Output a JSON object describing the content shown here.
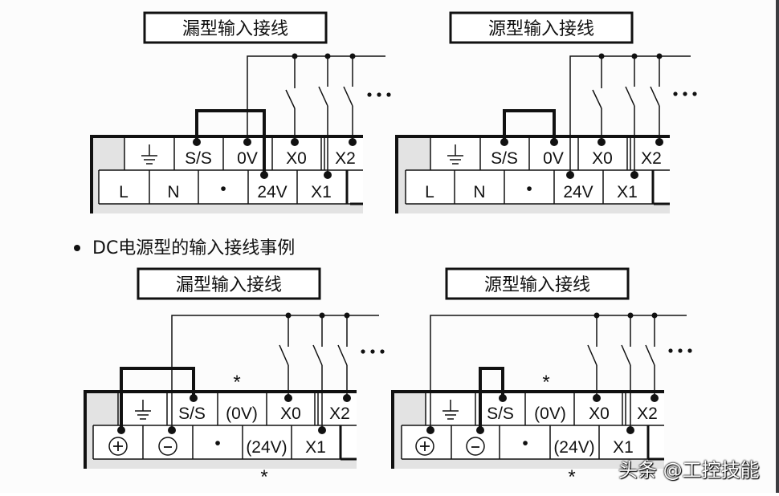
{
  "section_heading": "DC电源型的输入接线事例",
  "watermark": "头条 @工控技能",
  "colors": {
    "line": "#111111",
    "panel_gray": "#e3e3e3",
    "background": "#fcfcfc"
  },
  "diagrams": [
    {
      "id": "ac-sink",
      "title": "漏型输入接线",
      "top_row": [
        "ground-symbol",
        "S/S",
        "0V",
        "X0",
        "X2"
      ],
      "bottom_row": [
        "L",
        "N",
        "•",
        "24V",
        "X1"
      ],
      "jumper": "S/S ↔ 24V",
      "common_wire_to": "0V",
      "switches": [
        "X0",
        "X1",
        "X2"
      ],
      "ellipsis": "•••"
    },
    {
      "id": "ac-source",
      "title": "源型输入接线",
      "top_row": [
        "ground-symbol",
        "S/S",
        "0V",
        "X0",
        "X2"
      ],
      "bottom_row": [
        "L",
        "N",
        "•",
        "24V",
        "X1"
      ],
      "jumper": "S/S ↔ 0V",
      "common_wire_to": "24V",
      "switches": [
        "X0",
        "X1",
        "X2"
      ],
      "ellipsis": "•••"
    },
    {
      "id": "dc-sink",
      "title": "漏型输入接线",
      "top_row": [
        "ground-symbol",
        "S/S",
        "(0V)",
        "X0",
        "X2"
      ],
      "bottom_row": [
        "⊕",
        "⊖",
        "•",
        "(24V)",
        "X1"
      ],
      "jumper": "S/S ↔ ⊕",
      "common_wire_to": "⊖",
      "switches": [
        "X0",
        "X1",
        "X2"
      ],
      "ellipsis": "•••",
      "asterisk": "*"
    },
    {
      "id": "dc-source",
      "title": "源型输入接线",
      "top_row": [
        "ground-symbol",
        "S/S",
        "(0V)",
        "X0",
        "X2"
      ],
      "bottom_row": [
        "⊕",
        "⊖",
        "•",
        "(24V)",
        "X1"
      ],
      "jumper": "S/S ↔ ⊖",
      "common_wire_to": "⊕",
      "switches": [
        "X0",
        "X1",
        "X2"
      ],
      "ellipsis": "•••",
      "asterisk": "*"
    }
  ]
}
